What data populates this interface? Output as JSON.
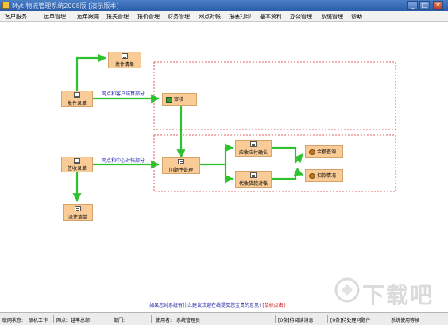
{
  "window": {
    "title": "Myt 物流管理系统2008版 [演示版本]",
    "controls": {
      "minimize": "_",
      "maximize": "□",
      "close": "✕"
    }
  },
  "menu": [
    "客户服务",
    "运单管理",
    "运单跟踪",
    "报关管理",
    "报价管理",
    "财务管理",
    "网点对帐",
    "报表打印",
    "基本资料",
    "办公管理",
    "系统管理",
    "帮助"
  ],
  "flow": {
    "nodes": {
      "send_list": "发件清单",
      "send_entry": "发件录单",
      "review": "审核",
      "receive_entry": "签收录单",
      "problem_handling": "问题件处理",
      "dispatch_list": "派件清单",
      "payable_confirm": "应收应付确认",
      "cod_reconcile": "代收货款对帐",
      "balance_query": "余额查询",
      "deduction": "扣款情况"
    },
    "sections": {
      "customer_settlement": "网点和客户结算部分",
      "center_reconcile": "网点和中心对帐部分"
    },
    "colors": {
      "node_fill": "#f9cb96",
      "arrow": "#2ec32e",
      "dashed_border": "#d83030",
      "section_text": "#1515b0"
    }
  },
  "footer": {
    "message": "如果您对系统有什么建议欢迎在线提交您宝贵的意见!",
    "link": "[鼠标点击]"
  },
  "status": {
    "connection_label": "联网状态:",
    "connection_value": "联机工作",
    "branch_label": "网点:",
    "branch_value": "越丰总部",
    "dept_label": "部门:",
    "dept_value": "",
    "user_label": "使用者:",
    "user_value": "系统管理员",
    "unread_msgs": "[0条]待阅读消息",
    "pending_problems": "[0条]待处理问题件",
    "system_status": "系统使用等候"
  },
  "watermark": {
    "brand": "下载吧"
  }
}
